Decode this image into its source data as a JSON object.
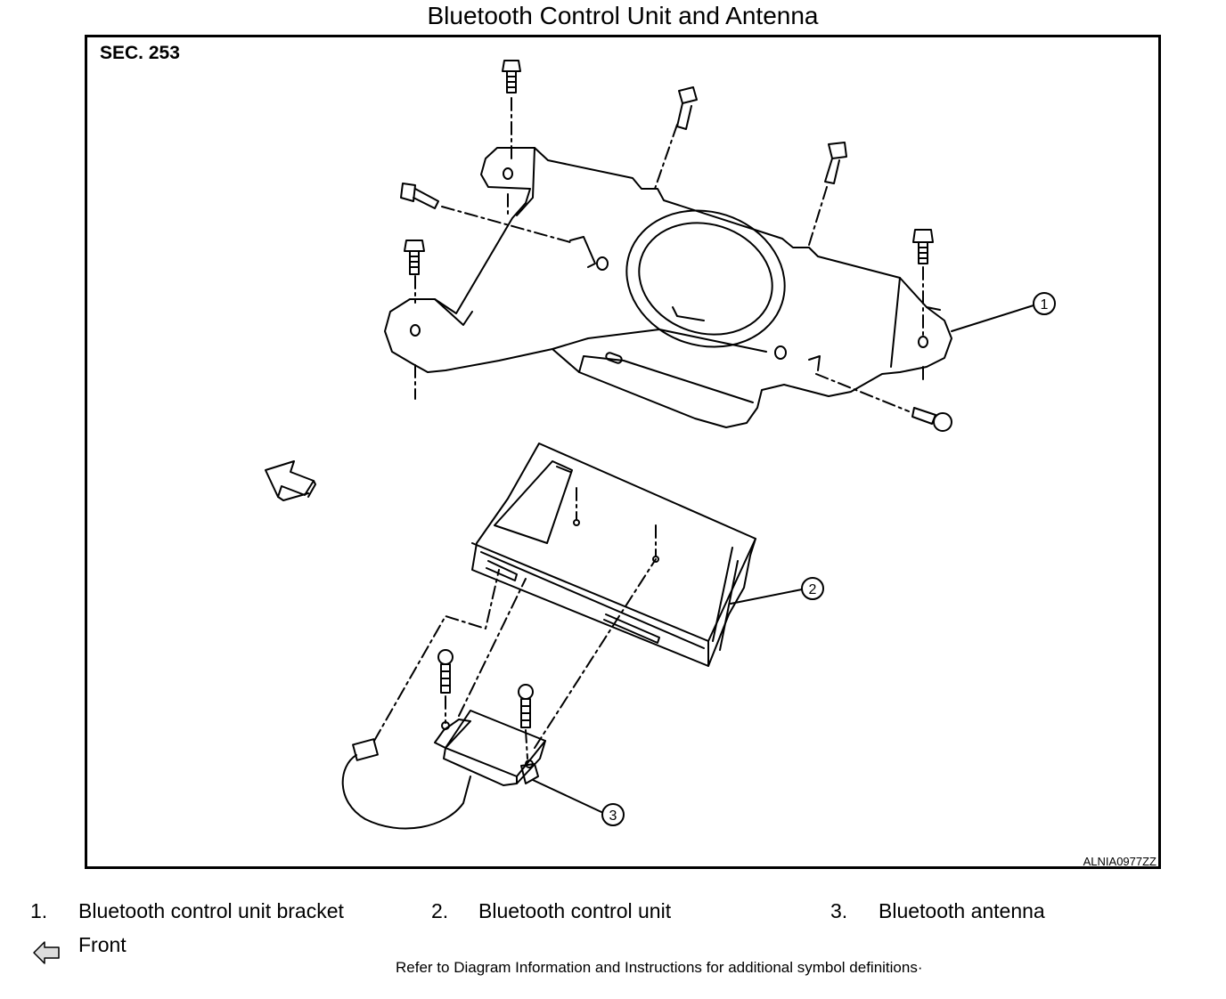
{
  "title": "Bluetooth Control Unit and Antenna",
  "section": "SEC. 253",
  "figure_code": "ALNIA0977ZZ",
  "callouts": [
    "1",
    "2",
    "3"
  ],
  "legend": [
    {
      "num": "1.",
      "label": "Bluetooth control unit bracket"
    },
    {
      "num": "2.",
      "label": "Bluetooth control unit"
    },
    {
      "num": "3.",
      "label": "Bluetooth antenna"
    }
  ],
  "front_label": "Front",
  "note": "Refer to Diagram Information and Instructions for additional symbol definitions·"
}
